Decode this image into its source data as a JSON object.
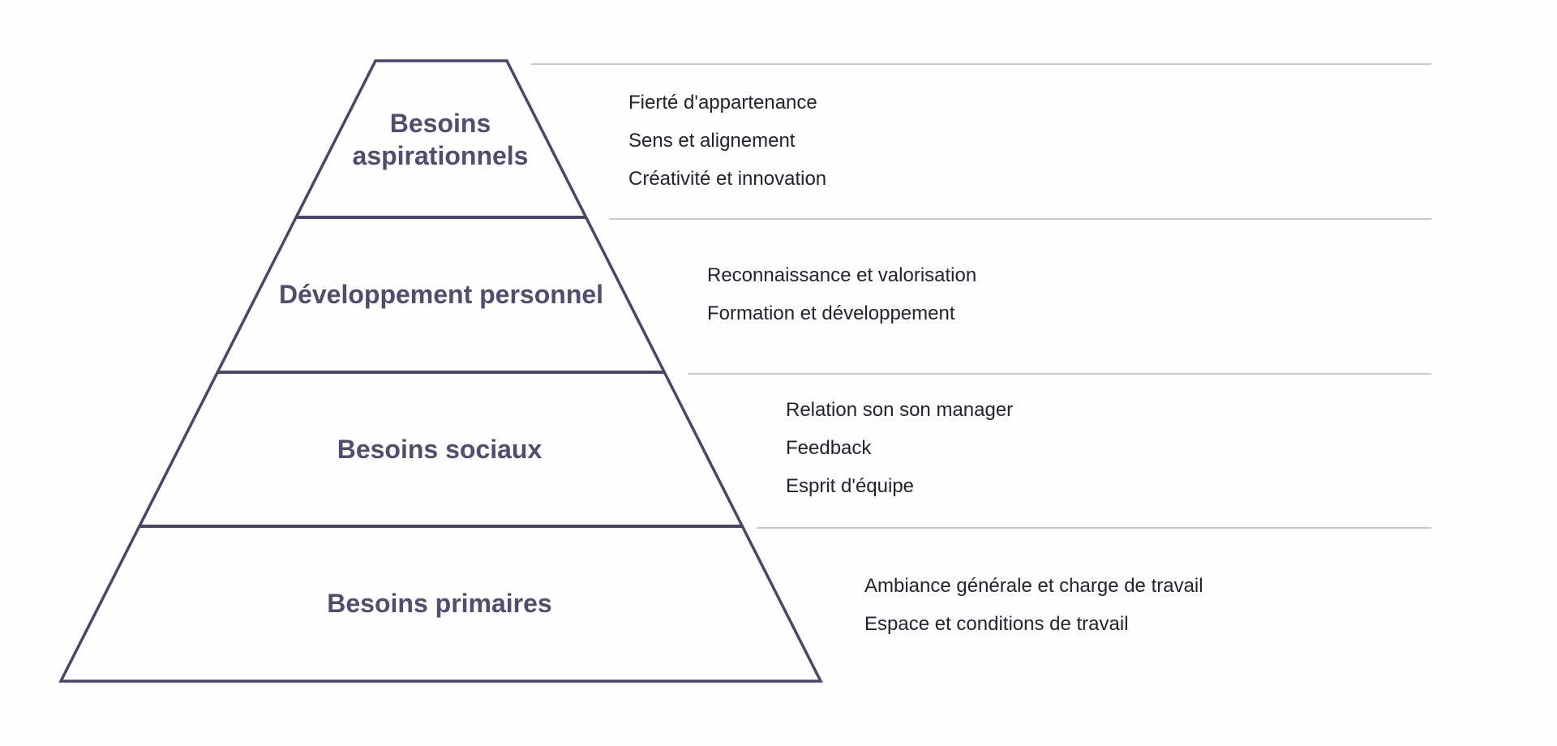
{
  "colors": {
    "background": "#fdfdfd",
    "pyramid_stroke": "#4b4566",
    "tier_label_text": "#524c6d",
    "item_text": "#24222e",
    "separator_line": "#c9c9c9"
  },
  "pyramid": {
    "tiers": [
      {
        "label": "Besoins aspirationnels",
        "items": [
          "Fierté d'appartenance",
          "Sens et alignement",
          "Créativité et innovation"
        ]
      },
      {
        "label": "Développement personnel",
        "items": [
          "Reconnaissance et valorisation",
          "Formation et développement"
        ]
      },
      {
        "label": "Besoins sociaux",
        "items": [
          "Relation son son manager",
          "Feedback",
          "Esprit d'équipe"
        ]
      },
      {
        "label": "Besoins primaires",
        "items": [
          "Ambiance générale et charge de travail",
          "Espace et conditions de travail"
        ]
      }
    ]
  }
}
